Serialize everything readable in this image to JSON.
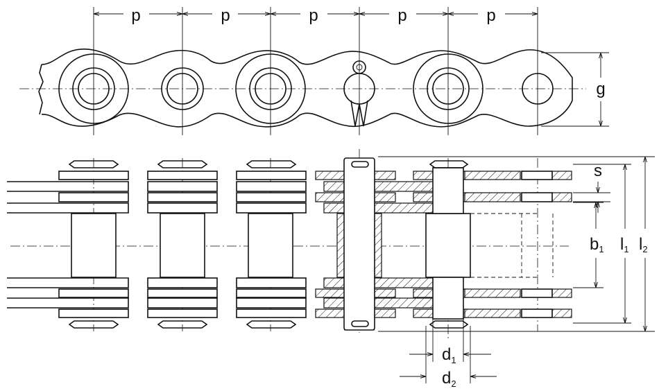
{
  "labels": {
    "pitch": "p",
    "plate_height": "g",
    "plate_thickness": "s",
    "inner_width_main": "b",
    "inner_width_sub": "1",
    "inner_length_main": "l",
    "inner_length_sub": "1",
    "outer_length_main": "l",
    "outer_length_sub": "2",
    "pin_diameter_main": "d",
    "pin_diameter_sub": "1",
    "roller_diameter_main": "d",
    "roller_diameter_sub": "2"
  }
}
